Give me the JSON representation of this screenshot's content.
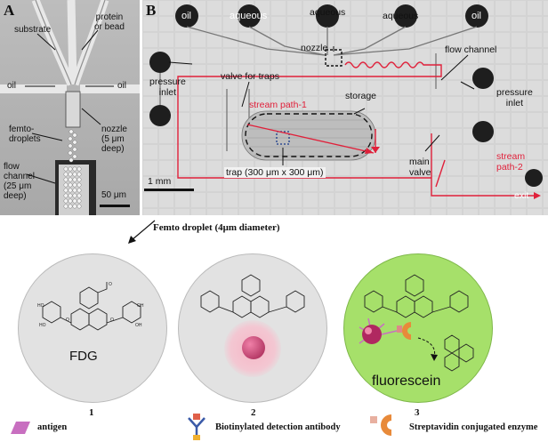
{
  "panel_a": {
    "letter": "A",
    "labels": {
      "substrate": "substrate",
      "protein_bead": "protein\nor bead",
      "oil_left": "oil",
      "oil_right": "oil",
      "femto": "femto-\ndroplets",
      "nozzle": "nozzle\n(5 μm\ndeep)",
      "flow_channel": "flow\nchannel\n(25 μm\ndeep)",
      "scale": "50 μm"
    }
  },
  "panel_b": {
    "letter": "B",
    "labels": {
      "oil_top_left": "oil",
      "aqueous_1": "aqueous",
      "aqueous_2": "aqueous",
      "aqueous_3": "aqueous",
      "oil_top_right": "oil",
      "nozzle": "nozzle",
      "flow_channel": "flow channel",
      "pressure_inlet_left": "pressure\ninlet",
      "valve_for_traps": "valve for traps",
      "storage": "storage",
      "stream_path_1": "stream path-1",
      "pressure_inlet_right": "pressure\ninlet",
      "main_valve": "main\nvalve",
      "stream_path_2": "stream\npath-2",
      "trap": "trap (300 μm x 300 μm)",
      "scale": "1 mm",
      "exit": "exit"
    }
  },
  "caption": "Femto droplet (4μm diameter)",
  "circles": [
    {
      "number": "1",
      "label": "FDG",
      "fill": "#e2e2e2"
    },
    {
      "number": "2",
      "label": "",
      "fill": "#e2e2e2"
    },
    {
      "number": "3",
      "label": "fluorescein",
      "fill": "#a6e06a"
    }
  ],
  "legend": {
    "antigen": "antigen",
    "antibody": "Biotinylated detection antibody",
    "enzyme": "Streptavidin conjugated enzyme"
  },
  "colors": {
    "stream_red": "#e0203a",
    "antigen": "#c86fc0",
    "bead": "#c0306a",
    "enzyme": "#e88a3a",
    "green_bg": "#a6e06a"
  }
}
